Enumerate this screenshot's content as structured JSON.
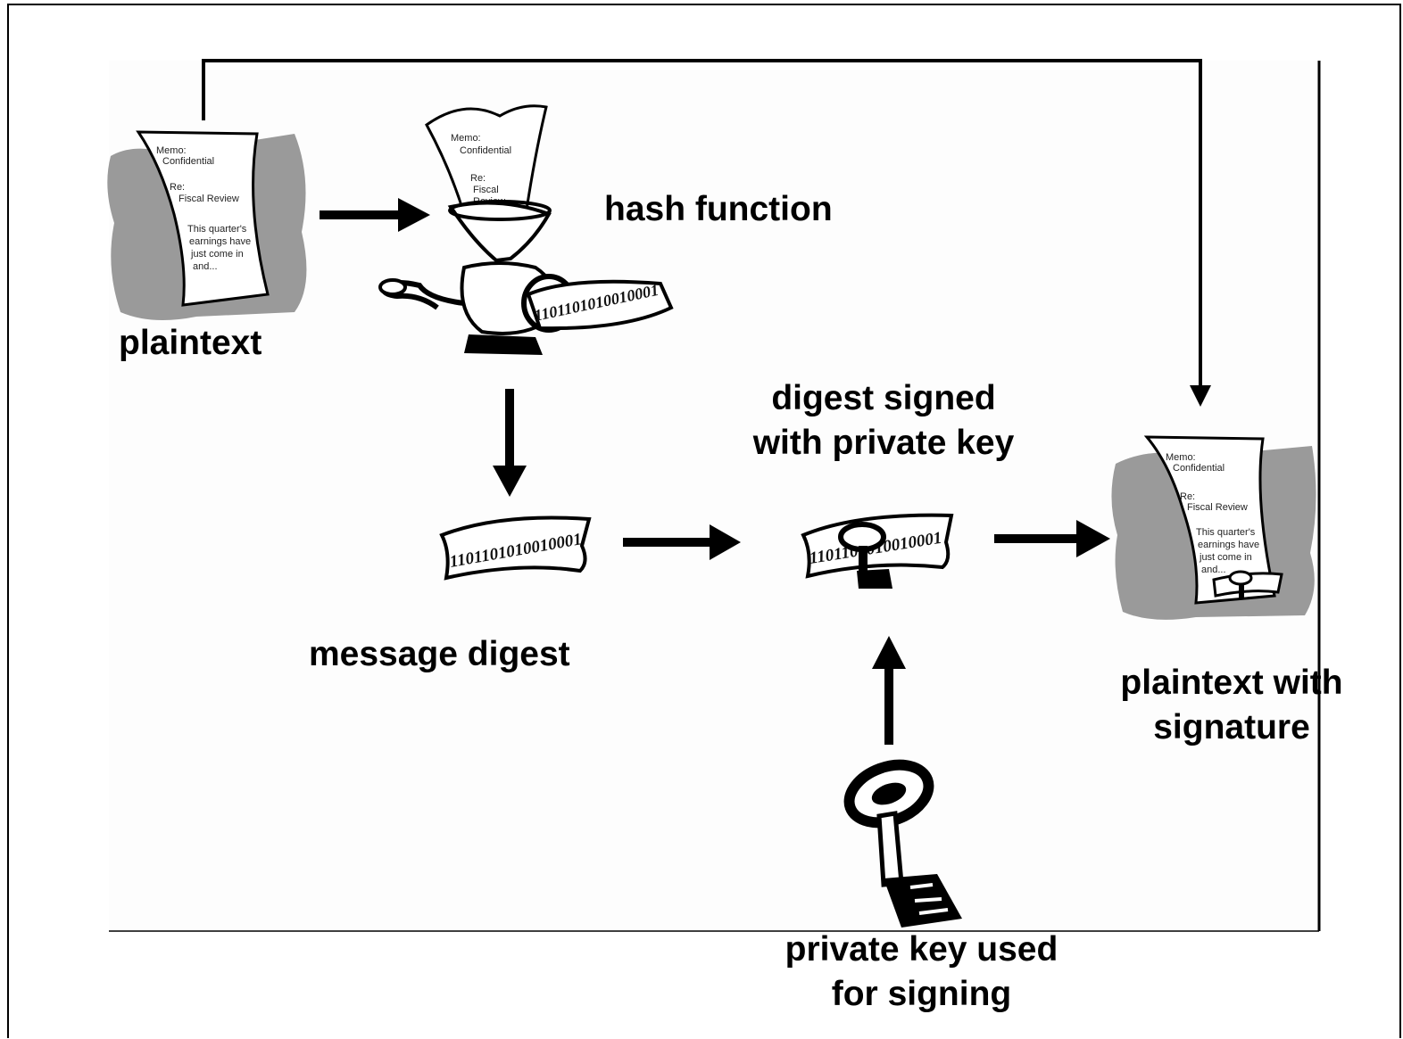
{
  "labels": {
    "plaintext": "plaintext",
    "hash_function": "hash function",
    "message_digest": "message digest",
    "digest_signed_line1": "digest signed",
    "digest_signed_line2": "with private key",
    "plaintext_sig_line1": "plaintext with",
    "plaintext_sig_line2": "signature",
    "private_key_line1": "private key used",
    "private_key_line2": "for signing"
  },
  "memo": {
    "line1": "Memo:",
    "line2": "Confidential",
    "line3": "Re:",
    "line4": "Fiscal Review",
    "line5": "This quarter's",
    "line6": "earnings have",
    "line7": "just come in",
    "line8": "and..."
  },
  "funnel_memo": {
    "line1": "Memo:",
    "line2": "Confidential",
    "line3": "Re:",
    "line4": "Fiscal",
    "line5": "Review"
  },
  "signed_memo": {
    "line1": "Memo:",
    "line2": "Confidential",
    "line3": "Re:",
    "line4": "Fiscal Review",
    "line5": "This quarter's",
    "line6": "earnings have",
    "line7": "just come in",
    "line8": "and..."
  },
  "digest_bits": "1101101010010001",
  "icons": [
    "document-icon",
    "meat-grinder-icon",
    "digest-ribbon-icon",
    "signed-digest-icon",
    "signed-document-icon",
    "private-key-icon",
    "arrow-icon"
  ]
}
